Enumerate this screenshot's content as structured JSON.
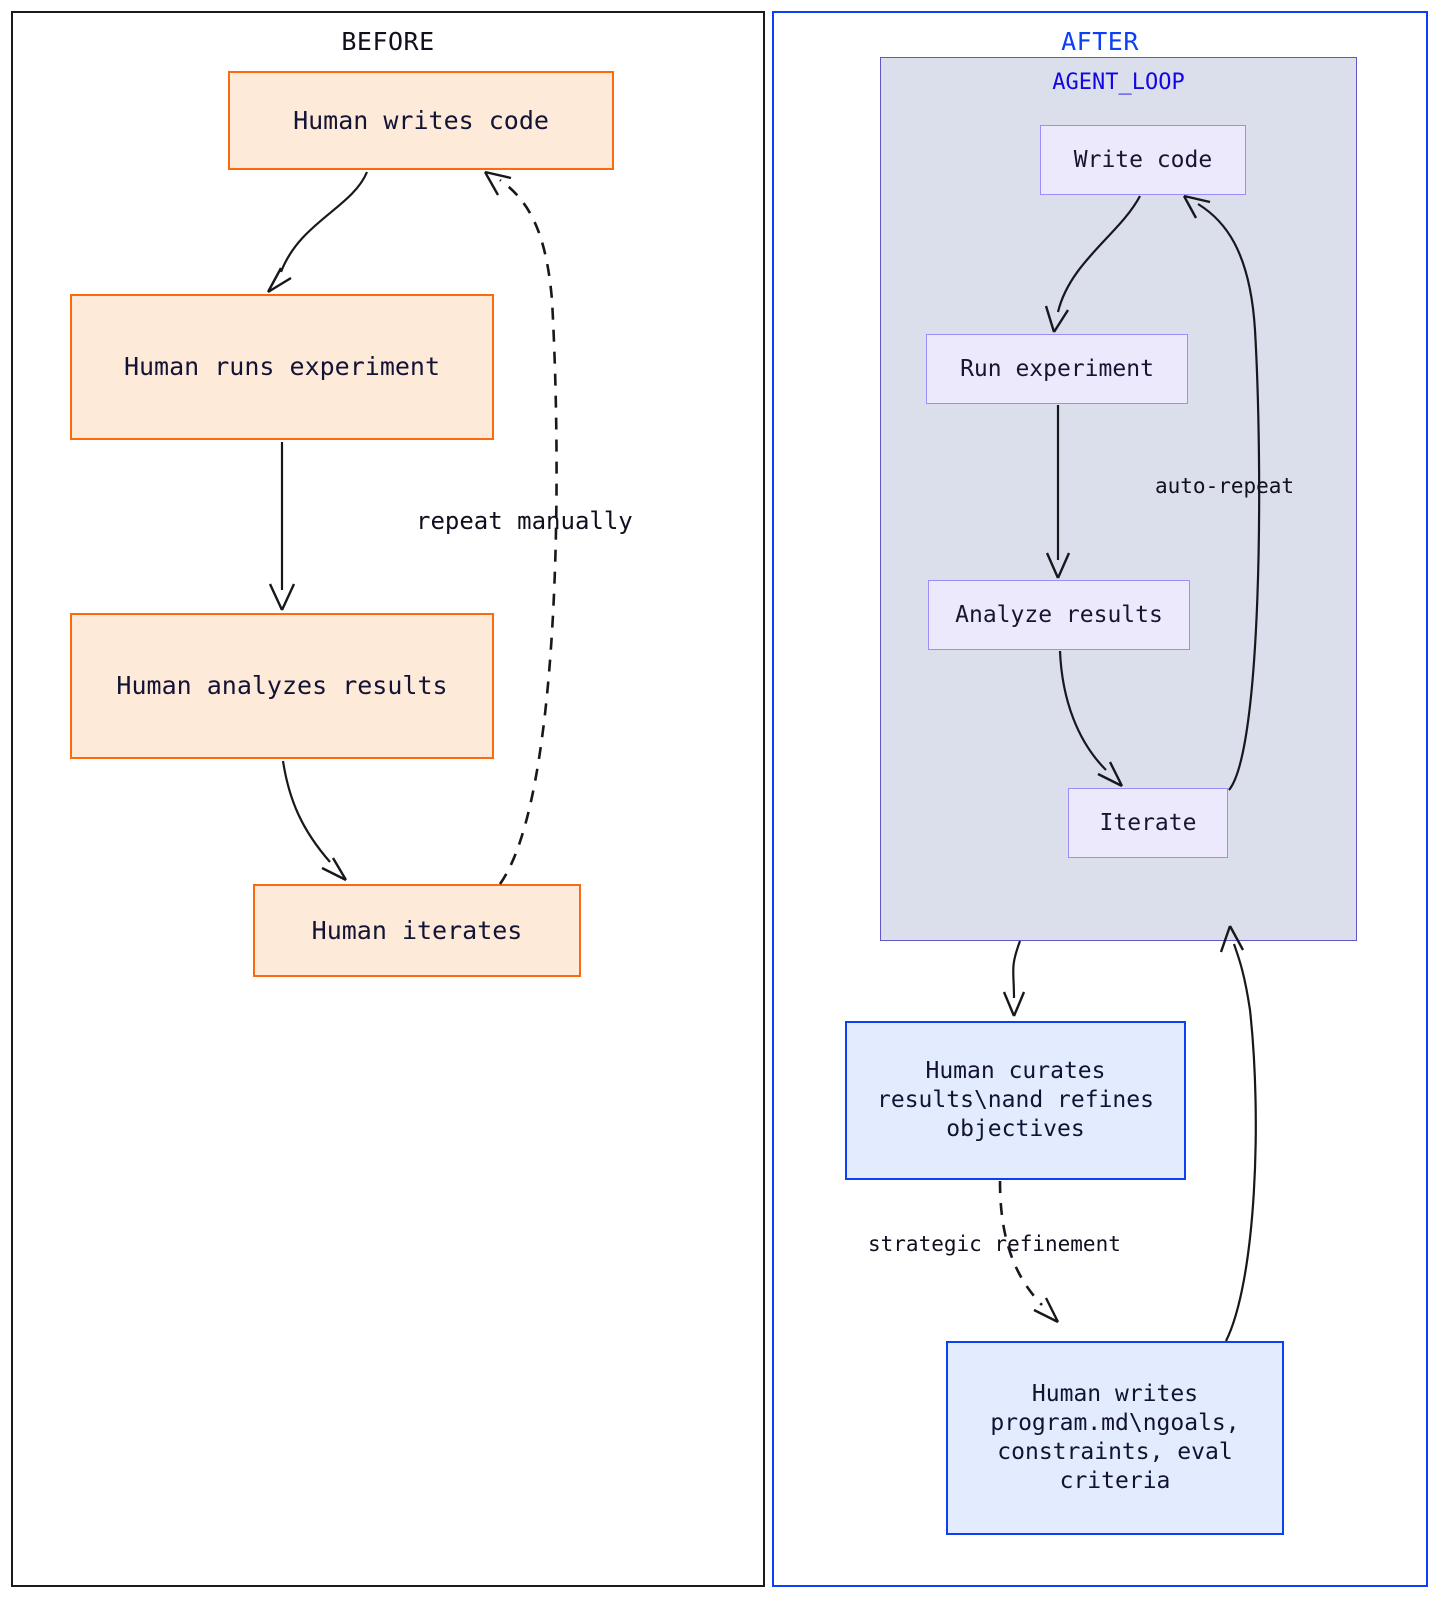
{
  "diagram": {
    "panels": [
      {
        "id": "before",
        "title": "BEFORE",
        "accent": "#1a1a1a",
        "nodes": [
          {
            "id": "h_write",
            "label": "Human writes code"
          },
          {
            "id": "h_run",
            "label": "Human runs experiment"
          },
          {
            "id": "h_analyze",
            "label": "Human analyzes results"
          },
          {
            "id": "h_iterate",
            "label": "Human iterates"
          }
        ],
        "edges": [
          {
            "from": "h_write",
            "to": "h_run",
            "label": "",
            "style": "solid"
          },
          {
            "from": "h_run",
            "to": "h_analyze",
            "label": "",
            "style": "solid"
          },
          {
            "from": "h_analyze",
            "to": "h_iterate",
            "label": "",
            "style": "solid"
          },
          {
            "from": "h_iterate",
            "to": "h_write",
            "label": "repeat manually",
            "style": "dashed"
          }
        ]
      },
      {
        "id": "after",
        "title": "AFTER",
        "accent": "#0b40f5",
        "subgraph": {
          "id": "agent_loop",
          "title": "AGENT_LOOP",
          "nodes": [
            {
              "id": "a_write",
              "label": "Write code"
            },
            {
              "id": "a_run",
              "label": "Run experiment"
            },
            {
              "id": "a_analyze",
              "label": "Analyze results"
            },
            {
              "id": "a_iterate",
              "label": "Iterate"
            }
          ],
          "edges": [
            {
              "from": "a_write",
              "to": "a_run",
              "label": "",
              "style": "solid"
            },
            {
              "from": "a_run",
              "to": "a_analyze",
              "label": "",
              "style": "solid"
            },
            {
              "from": "a_analyze",
              "to": "a_iterate",
              "label": "",
              "style": "solid"
            },
            {
              "from": "a_iterate",
              "to": "a_write",
              "label": "auto-repeat",
              "style": "solid"
            }
          ]
        },
        "nodes": [
          {
            "id": "h_curate",
            "label": "Human curates results\\nand refines objectives"
          },
          {
            "id": "h_program",
            "label": "Human writes program.md\\ngoals, constraints, eval criteria"
          }
        ],
        "edges": [
          {
            "from": "agent_loop",
            "to": "h_curate",
            "label": "",
            "style": "solid"
          },
          {
            "from": "h_curate",
            "to": "h_program",
            "label": "strategic refinement",
            "style": "dashed"
          },
          {
            "from": "h_program",
            "to": "agent_loop",
            "label": "",
            "style": "solid"
          }
        ]
      }
    ],
    "colors": {
      "orange_fill": "#fdead9",
      "orange_stroke": "#fb6a10",
      "purple_fill": "#ece9fd",
      "purple_stroke": "#9b8efa",
      "blue_fill": "#e3ecfe",
      "blue_stroke": "#0b40f5",
      "subgraph_fill": "#dbdfeb",
      "subgraph_stroke": "#6257c9",
      "edge_stroke": "#17171d",
      "text": "#131335"
    }
  }
}
